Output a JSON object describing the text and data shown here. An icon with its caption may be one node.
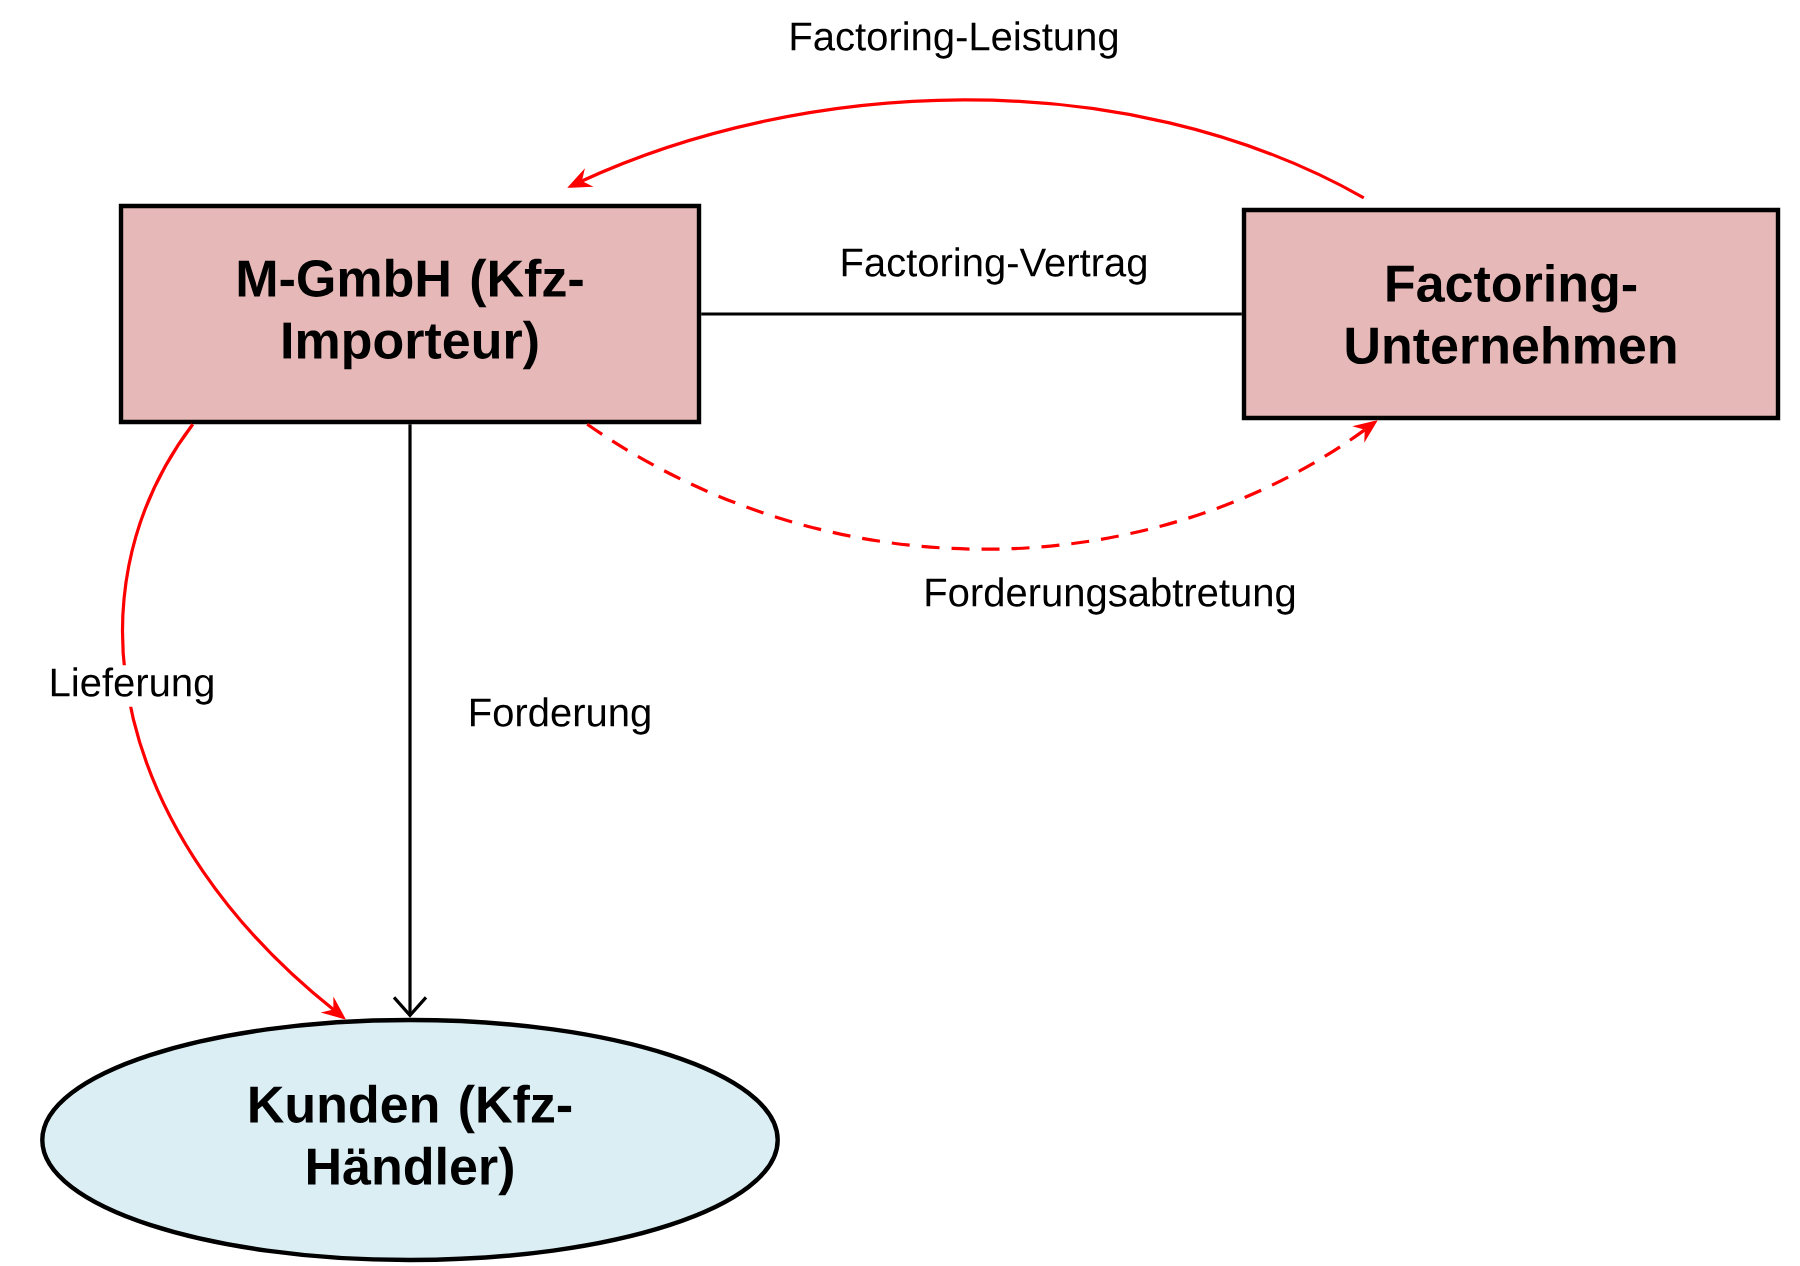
{
  "diagram": {
    "nodes": [
      {
        "text": [
          "M-GmbH (Kfz-Importeur)"
        ]
      },
      {
        "text": [
          "Factoring- Unternehmen"
        ]
      },
      {
        "text": [
          "Kunden (Kfz-Händler)"
        ]
      }
    ],
    "edges": [
      {
        "from": 1,
        "to": 0,
        "arrow": "to",
        "label": "Factoring-Leistung"
      },
      {
        "from": 0,
        "to": 1,
        "arrow": "none",
        "label": "Factoring-Vertrag",
        "color": "#000000"
      },
      {
        "from": 0,
        "to": 1,
        "arrow": "to",
        "label": "Forderungsabtretung",
        "style": "dashed"
      },
      {
        "from": 0,
        "to": 2,
        "arrow": "to",
        "label": "Lieferung"
      },
      {
        "from": 0,
        "to": 2,
        "arrow": "to",
        "label": "Forderung",
        "color": "#000000"
      }
    ]
  }
}
